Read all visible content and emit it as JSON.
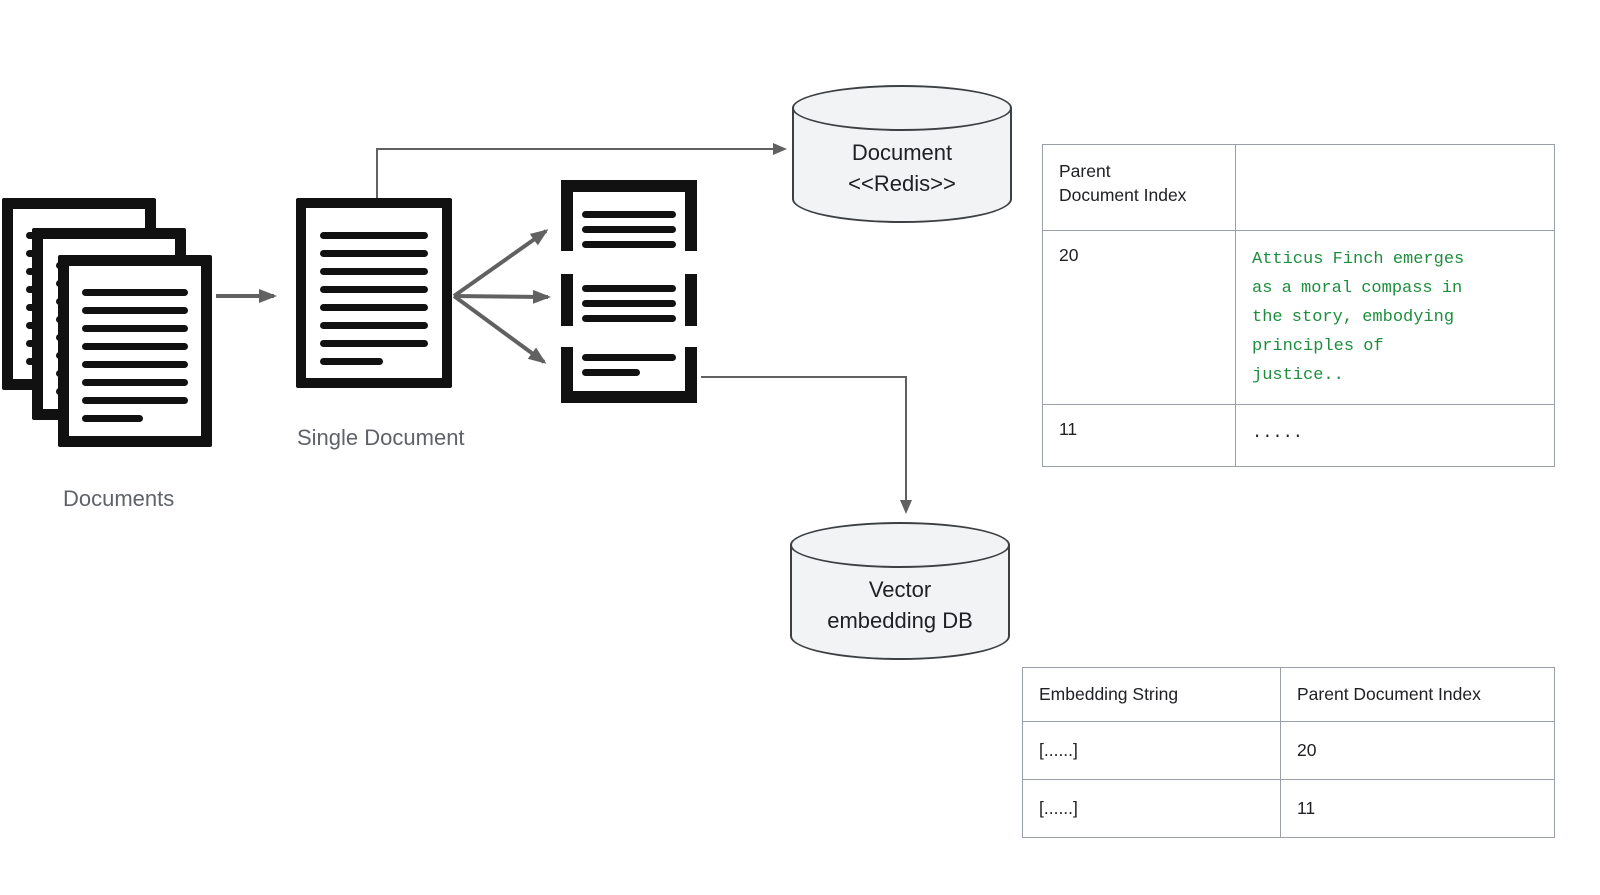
{
  "labels": {
    "documents": "Documents",
    "single_document": "Single Document"
  },
  "databases": {
    "document_store": {
      "line1": "Document",
      "line2": "<<Redis>>"
    },
    "vector_store": {
      "line1": "Vector",
      "line2": "embedding DB"
    }
  },
  "parent_document_table": {
    "headers": [
      "Parent Document Index",
      ""
    ],
    "rows": [
      {
        "index": "20",
        "content": "Atticus Finch emerges as a moral compass in the story, embodying principles of justice.."
      },
      {
        "index": "11",
        "content": "....."
      }
    ]
  },
  "embedding_table": {
    "headers": [
      "Embedding String",
      "Parent Document Index"
    ],
    "rows": [
      {
        "embedding": "[......]",
        "parent_index": "20"
      },
      {
        "embedding": "[......]",
        "parent_index": "11"
      }
    ]
  },
  "colors": {
    "icon_black": "#111111",
    "caption_gray": "#5f6368",
    "arrow_gray": "#616161",
    "table_border_gray": "#9aa0a6",
    "text_dark": "#202124",
    "code_green": "#1e8e3e",
    "cylinder_fill": "#f2f3f4",
    "cylinder_border": "#3c4043"
  }
}
